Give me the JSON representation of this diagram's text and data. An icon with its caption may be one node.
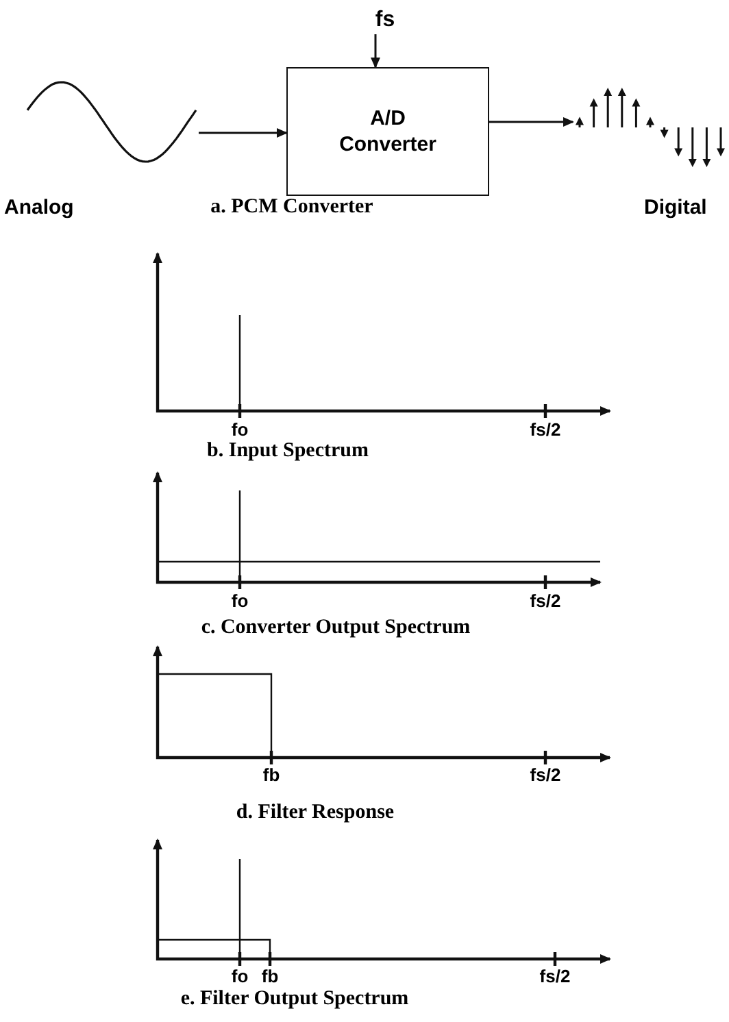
{
  "diagram": {
    "nodes": [
      {
        "text": [
          "fs"
        ]
      },
      {
        "text": [],
        "shape": "picture",
        "beside": [
          "Analog"
        ]
      },
      {
        "text": [
          "A/D Converter"
        ]
      },
      {
        "text": [],
        "shape": "picture",
        "beside": [
          "Digital"
        ]
      }
    ],
    "edges": [
      {
        "from": 0,
        "to": 2,
        "arrow": "to"
      },
      {
        "from": 1,
        "to": 2,
        "arrow": "to"
      },
      {
        "from": 2,
        "to": 3,
        "arrow": "to"
      }
    ],
    "labels": [
      "a. PCM Converter",
      "fo",
      "fs/2",
      "b. Input Spectrum",
      "fo",
      "fs/2",
      "c. Converter Output Spectrum",
      "fb",
      "fs/2",
      "d. Filter Response",
      "fo",
      "fb",
      "fs/2",
      "e. Filter Output Spectrum"
    ]
  }
}
